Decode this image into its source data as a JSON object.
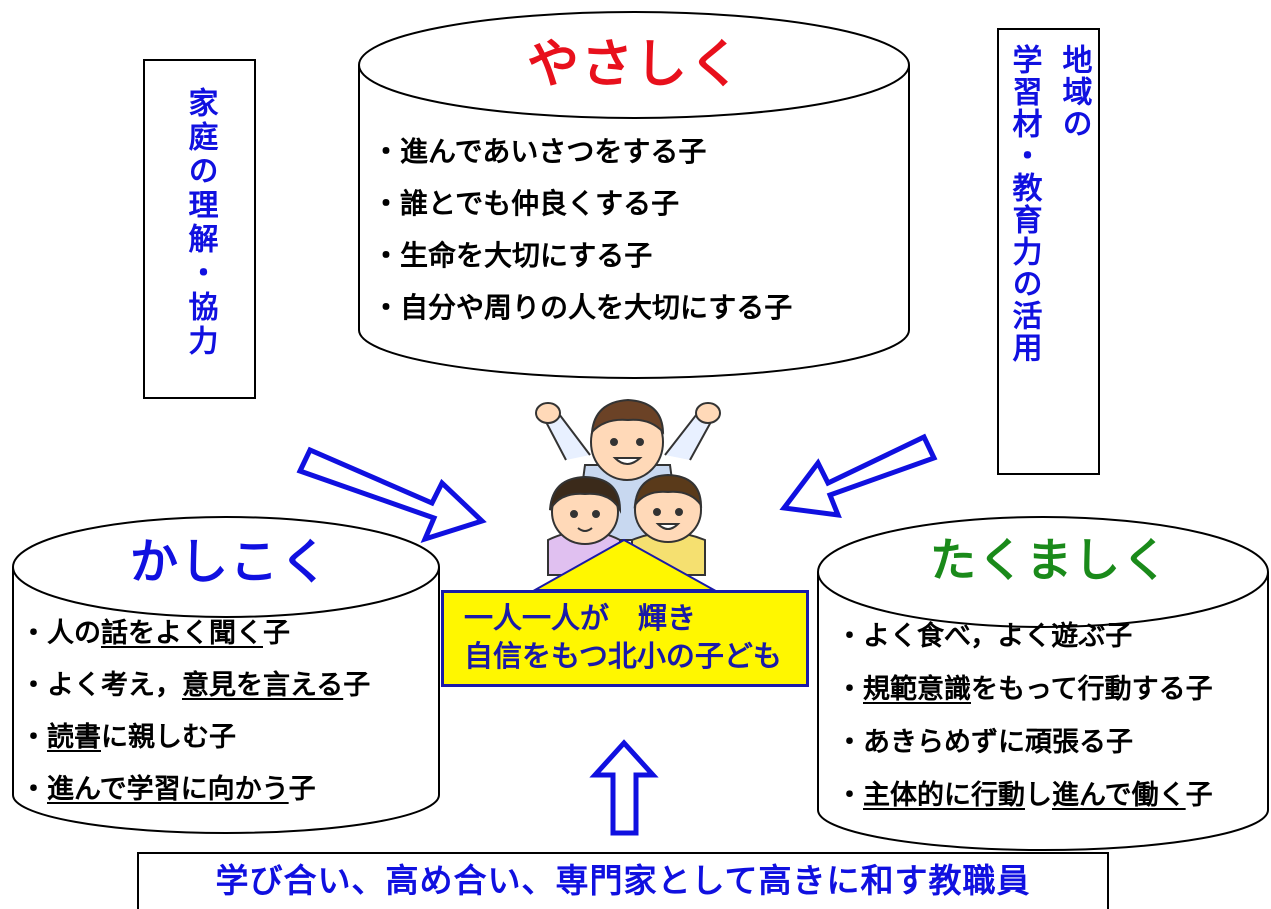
{
  "left_vertical": {
    "text": "家庭の理解・協力"
  },
  "right_vertical": {
    "line1": "地域の",
    "line2": "学習材・教育力の活用"
  },
  "yasashiku": {
    "title": "やさしく",
    "items": [
      "・進んであいさつをする子",
      "・誰とでも仲良くする子",
      "・生命を大切にする子",
      "・自分や周りの人を大切にする子"
    ]
  },
  "kashikoku": {
    "title": "かしこく",
    "items": [
      [
        "・人の",
        "話をよく聞く",
        "子"
      ],
      [
        "・よく考え，",
        "意見を言える",
        "子"
      ],
      [
        "・",
        "読書",
        "に親しむ子"
      ],
      [
        "・",
        "進んで学習に向かう",
        "子"
      ]
    ]
  },
  "takumashiku": {
    "title": "たくましく",
    "items": [
      "・よく食べ，よく遊ぶ子",
      [
        "・",
        "規範意識",
        "をもって行動する子"
      ],
      "・あきらめずに頑張る子",
      [
        "・",
        "主体的に行動",
        "し",
        "進んで働く",
        "子"
      ]
    ]
  },
  "goal": {
    "line1": "一人一人が　輝き",
    "line2": "自信をもつ北小の子ども"
  },
  "bottom": {
    "text": "学び合い、高め合い、専門家として高きに和す教職員"
  },
  "colors": {
    "yasashiku_title": "#e8101c",
    "kashikoku_title": "#1010e0",
    "takumashiku_title": "#1a8a1a",
    "arrow_outline": "#1010e0",
    "goal_bg": "#fff700"
  }
}
